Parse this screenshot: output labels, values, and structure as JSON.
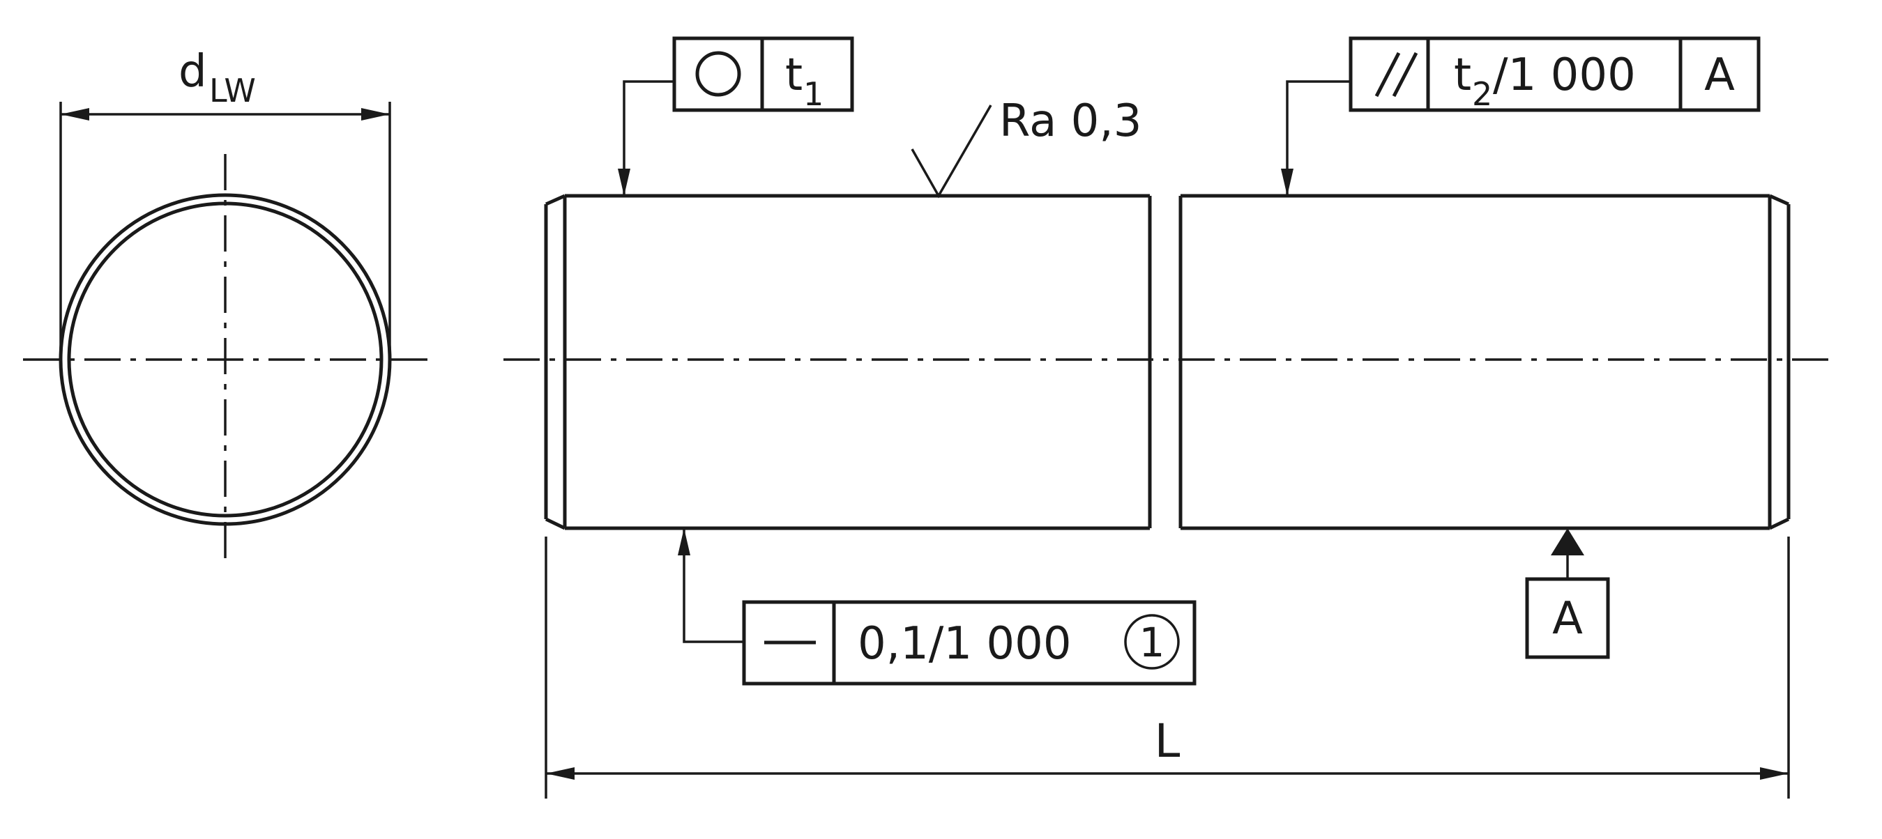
{
  "colors": {
    "ink": "#1a1a1a",
    "bg": "#ffffff"
  },
  "end_view": {
    "diameter_label": {
      "main": "d",
      "sub": "LW"
    }
  },
  "callouts": {
    "roundness": {
      "symbol": "circularity",
      "tolerance_main": "t",
      "tolerance_sub": "1"
    },
    "surface_finish": {
      "label": "Ra 0,3"
    },
    "parallelism": {
      "symbol": "parallelism",
      "tolerance_main": "t",
      "tolerance_sub": "2",
      "tolerance_suffix": "/1 000",
      "datum": "A"
    },
    "straightness": {
      "symbol": "straightness",
      "tolerance": "0,1/1 000",
      "note": "1"
    }
  },
  "datum": {
    "label": "A"
  },
  "length_dim": {
    "label": "L"
  }
}
